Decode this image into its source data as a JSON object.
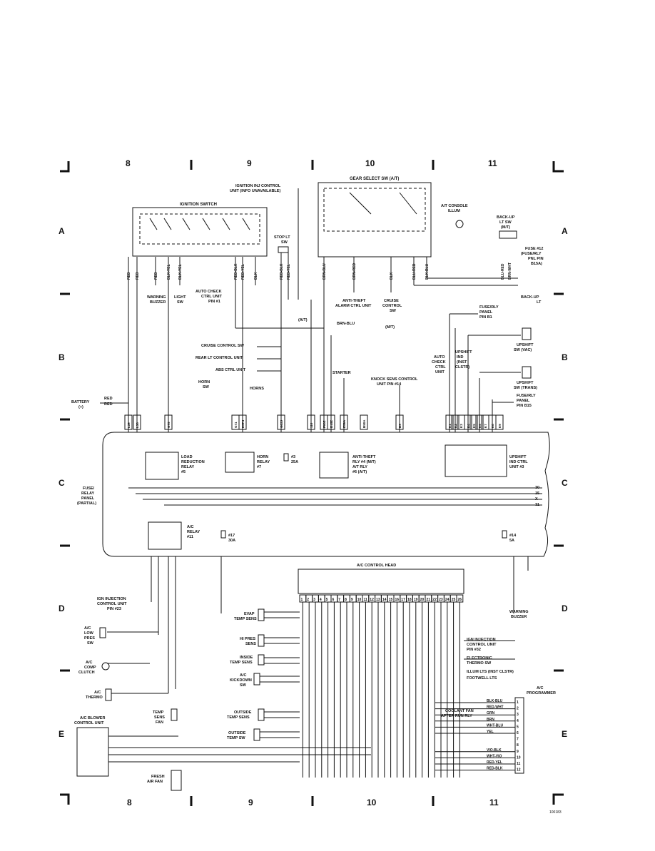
{
  "grid": {
    "columns": [
      "8",
      "9",
      "10",
      "11"
    ],
    "rows": [
      "A",
      "B",
      "C",
      "D",
      "E"
    ]
  },
  "components": {
    "ignition_switch": "IGNITION SWITCH",
    "ign_inj_ctrl": [
      "IGNITION INJ CONTROL",
      "UNIT (INFO UNAVAILABLE)"
    ],
    "gear_select": "GEAR SELECT SW (A/T)",
    "at_console": [
      "A/T CONSOLE",
      "ILLUM"
    ],
    "backup_sw": [
      "BACK-UP",
      "LT SW",
      "(M/T)"
    ],
    "fuse12": [
      "FUSE #12",
      "(FUSE/RLY",
      "PNL PIN",
      "B15A)"
    ],
    "backup_lt": [
      "BACK-UP",
      "LT"
    ],
    "stop_lt": [
      "STOP LT",
      "SW"
    ],
    "warning_buzzer": [
      "WARNING",
      "BUZZER"
    ],
    "light_sw": [
      "LIGHT",
      "SW"
    ],
    "auto_check_pin": [
      "AUTO CHECK",
      "CTRL UNIT",
      "PIN #1"
    ],
    "anti_theft": [
      "ANTI-THEFT",
      "ALARM CTRL UNIT"
    ],
    "cruise_sw": [
      "CRUISE",
      "CONTROL",
      "SW"
    ],
    "fuse_panel_b1": [
      "FUSE/RLY",
      "PANEL",
      "PIN B1"
    ],
    "upshift_vac": [
      "UPSHIFT",
      "SW (VAC)"
    ],
    "upshift_trans": [
      "UPSHIFT",
      "SW (TRANS)"
    ],
    "fuse_panel_b15": [
      "FUSE/RLY",
      "PANEL",
      "PIN B15"
    ],
    "auto_check_ctrl": [
      "AUTO",
      "CHECK",
      "CTRL",
      "UNIT"
    ],
    "upshift_ind": [
      "UPSHIFT",
      "IND",
      "(INST",
      "CLSTR)"
    ],
    "cruise_control_sw": "CRUISE CONTROL SW",
    "rear_lt": "REAR LT CONTROL UNIT",
    "abs_ctrl": "ABS CTRL UNIT",
    "horn_sw": [
      "HORN",
      "SW"
    ],
    "horns": "HORNS",
    "starter": "STARTER",
    "knock_sens": [
      "KNOCK SENS CONTROL",
      "UNIT PIN #14"
    ],
    "battery": [
      "BATTERY",
      "(+)"
    ],
    "fuse_relay_panel": [
      "FUSE/",
      "RELAY",
      "PANEL",
      "(PARTIAL)"
    ],
    "load_relay": [
      "LOAD",
      "REDUCTION",
      "RELAY",
      "#5"
    ],
    "horn_relay": [
      "HORN",
      "RELAY",
      "#7"
    ],
    "fuse3": [
      "#3",
      "25A"
    ],
    "anti_theft_rly": [
      "ANTI-THEFT",
      "RLY #4 (M/T)",
      "A/T RLY",
      "#6 (A/T)"
    ],
    "upshift_ind_ctrl": [
      "UPSHIFT",
      "IND CTRL",
      "UNIT #3"
    ],
    "ac_relay": [
      "A/C",
      "RELAY",
      "#11"
    ],
    "fuse17": [
      "#17",
      "30A"
    ],
    "fuse14": [
      "#14",
      "5A"
    ],
    "ac_control_head": "A/C CONTROL HEAD",
    "ign_inj_pin23": [
      "IGN INJECTION",
      "CONTROL UNIT",
      "PIN #23"
    ],
    "ac_low_pres": [
      "A/C",
      "LOW",
      "PRES",
      "SW"
    ],
    "ac_comp_clutch": [
      "A/C",
      "COMP",
      "CLUTCH"
    ],
    "ac_thermo": [
      "A/C",
      "THERMO"
    ],
    "ac_blower": [
      "A/C BLOWER",
      "CONTROL UNIT"
    ],
    "evap_temp": [
      "EVAP",
      "TEMP SENS"
    ],
    "hi_pres": [
      "HI PRES",
      "SENS"
    ],
    "inside_temp": [
      "INSIDE",
      "TEMP SENS"
    ],
    "ac_kickdown": [
      "A/C",
      "KICKDOWN",
      "SW"
    ],
    "temp_sens_fan": [
      "TEMP",
      "SENS",
      "FAN"
    ],
    "outside_temp_sens": [
      "OUTSIDE",
      "TEMP SENS"
    ],
    "outside_temp_sw": [
      "OUTSIDE",
      "TEMP SW"
    ],
    "fresh_air_fan": [
      "FRESH",
      "AIR FAN"
    ],
    "ign_inj_pin32": [
      "IGN INJECTION",
      "CONTROL UNIT",
      "PIN #32"
    ],
    "electronic_thermo": [
      "ELECTRONIC",
      "THERMO SW"
    ],
    "illum_lts": "ILLUM LTS (INST CLSTR)",
    "footwell": "FOOTWELL LTS",
    "ac_programmer": [
      "A/C",
      "PROGRAMMER"
    ],
    "coolant_fan": [
      "COOLANT FAN",
      "AFTER RUN RLY"
    ],
    "warning_buzzer_d": [
      "WARNING",
      "BUZZER"
    ]
  },
  "labels": {
    "at": "(A/T)",
    "mt": "(M/T)",
    "brn_blu": "BRN-BLU",
    "grn": "GRN",
    "brn_red": "BRN-RED",
    "brn": "BRN",
    "brn_wht": "BRN-WHT",
    "blk_yel": "BLK-YEL",
    "blu_red": "BLU-RED",
    "red_blk": "RED-BLK",
    "red": "RED",
    "fig": "100183"
  },
  "wire_colors_top": [
    "RED",
    "RED",
    "RED",
    "BLK-YEL",
    "BLK-YEL",
    "RED-BLK",
    "RED-YEL",
    "BLK",
    "RED-BLK",
    "RED-YEL",
    "BRN-BLU",
    "BRN-RED",
    "BLK",
    "BLU-RED",
    "BLK-BLU",
    "BLU-RED",
    "BRN-WHT"
  ],
  "panel_pins": [
    "L39",
    "L38",
    "G75",
    "G71",
    "E57H",
    "G83J",
    "116",
    "F60Z",
    "B15Z",
    "E59A",
    "B50A",
    "B5",
    "K1",
    "K2",
    "K3",
    "K4",
    "K5",
    "K6",
    "K7",
    "K8",
    "K9"
  ],
  "bus_labels": [
    "30",
    "15",
    "X",
    "31"
  ],
  "ac_head_pins": [
    "1",
    "2",
    "3",
    "4",
    "5",
    "6",
    "7",
    "8",
    "9",
    "10",
    "11",
    "12",
    "13",
    "14",
    "15",
    "16",
    "17",
    "18",
    "19",
    "20",
    "21",
    "22",
    "23",
    "24",
    "25",
    "26"
  ],
  "programmer_pins": [
    "1",
    "2",
    "3",
    "4",
    "5",
    "6",
    "7",
    "8",
    "9",
    "10",
    "11",
    "12"
  ],
  "programmer_wires": [
    "BLK-BLU",
    "RED-WHT",
    "GRN",
    "BRN",
    "WHT-BLU",
    "YEL",
    "VIO-BLK",
    "WHT-VIO",
    "RED-YEL",
    "RED-BLK"
  ]
}
